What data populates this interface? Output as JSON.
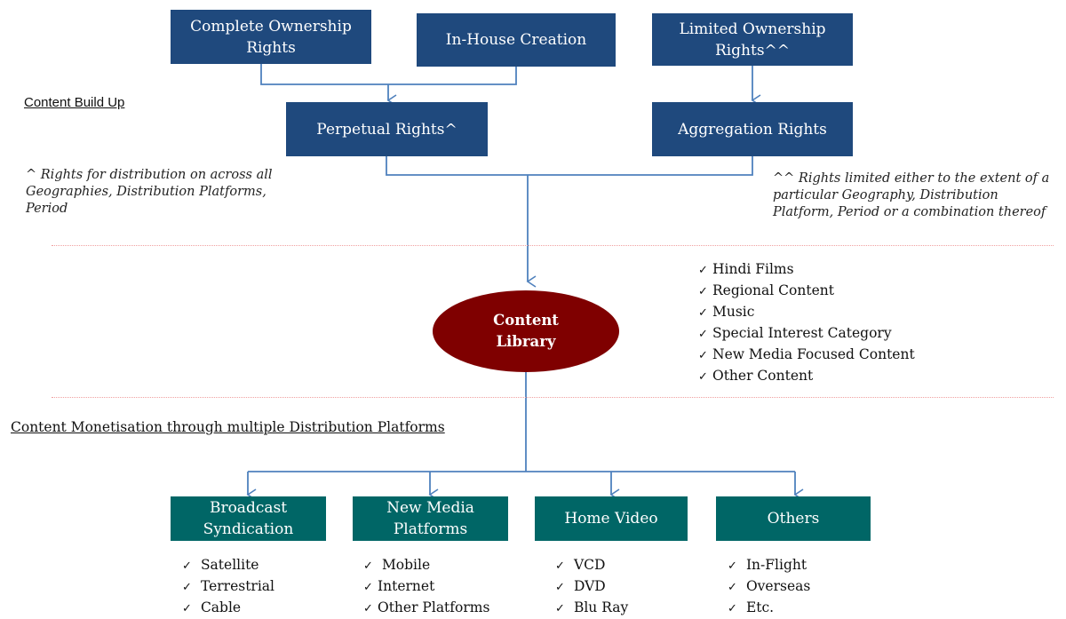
{
  "diagram": {
    "colors": {
      "rights_box": "#1f497d",
      "platform_box": "#006666",
      "library": "#7f0000",
      "connector": "#4f81bd",
      "divider": "#f0a0a0"
    },
    "top_boxes": {
      "complete_ownership": "Complete Ownership Rights",
      "in_house": "In-House Creation",
      "limited_ownership": "Limited Ownership Rights^^"
    },
    "mid_boxes": {
      "perpetual": "Perpetual Rights^",
      "aggregation": "Aggregation Rights"
    },
    "section_titles": {
      "build_up": "Content Build Up",
      "monetisation": "Content Monetisation through multiple Distribution Platforms"
    },
    "notes": {
      "perpetual": "^ Rights for distribution on across all Geographies, Distribution Platforms, Period",
      "limited": "^^ Rights limited either to the extent of a particular Geography, Distribution Platform, Period or a combination thereof"
    },
    "library": {
      "label": "Content Library",
      "check_icon": "check-mark-icon",
      "items": [
        "Hindi  Films",
        "Regional Content",
        "Music",
        "Special Interest Category",
        "New Media Focused Content",
        "Other Content"
      ]
    },
    "platforms": [
      {
        "label": "Broadcast Syndication",
        "items": [
          "Satellite",
          "Terrestrial",
          "Cable"
        ]
      },
      {
        "label": "New Media Platforms",
        "items": [
          "Mobile",
          "Internet",
          "Other Platforms"
        ]
      },
      {
        "label": "Home Video",
        "items": [
          "VCD",
          "DVD",
          "Blu Ray"
        ]
      },
      {
        "label": "Others",
        "items": [
          "In-Flight",
          "Overseas",
          "Etc."
        ]
      }
    ],
    "check_glyph": "✓"
  }
}
